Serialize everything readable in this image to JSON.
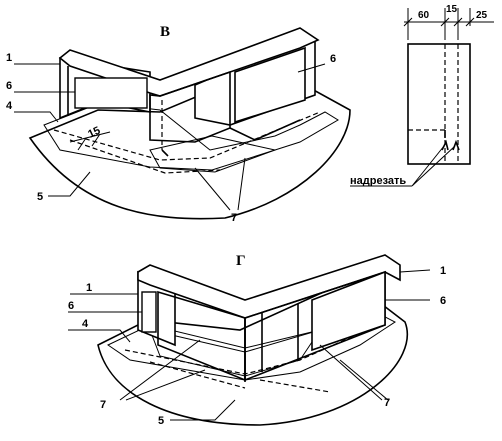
{
  "titles": {
    "top": "В",
    "bottom": "Г"
  },
  "labels": {
    "one": "1",
    "four": "4",
    "five": "5",
    "six": "6",
    "seven": "7",
    "fifteen": "15"
  },
  "detail": {
    "dim_a": "60",
    "dim_b": "15",
    "dim_c": "25",
    "cut_note": "надрезать"
  }
}
